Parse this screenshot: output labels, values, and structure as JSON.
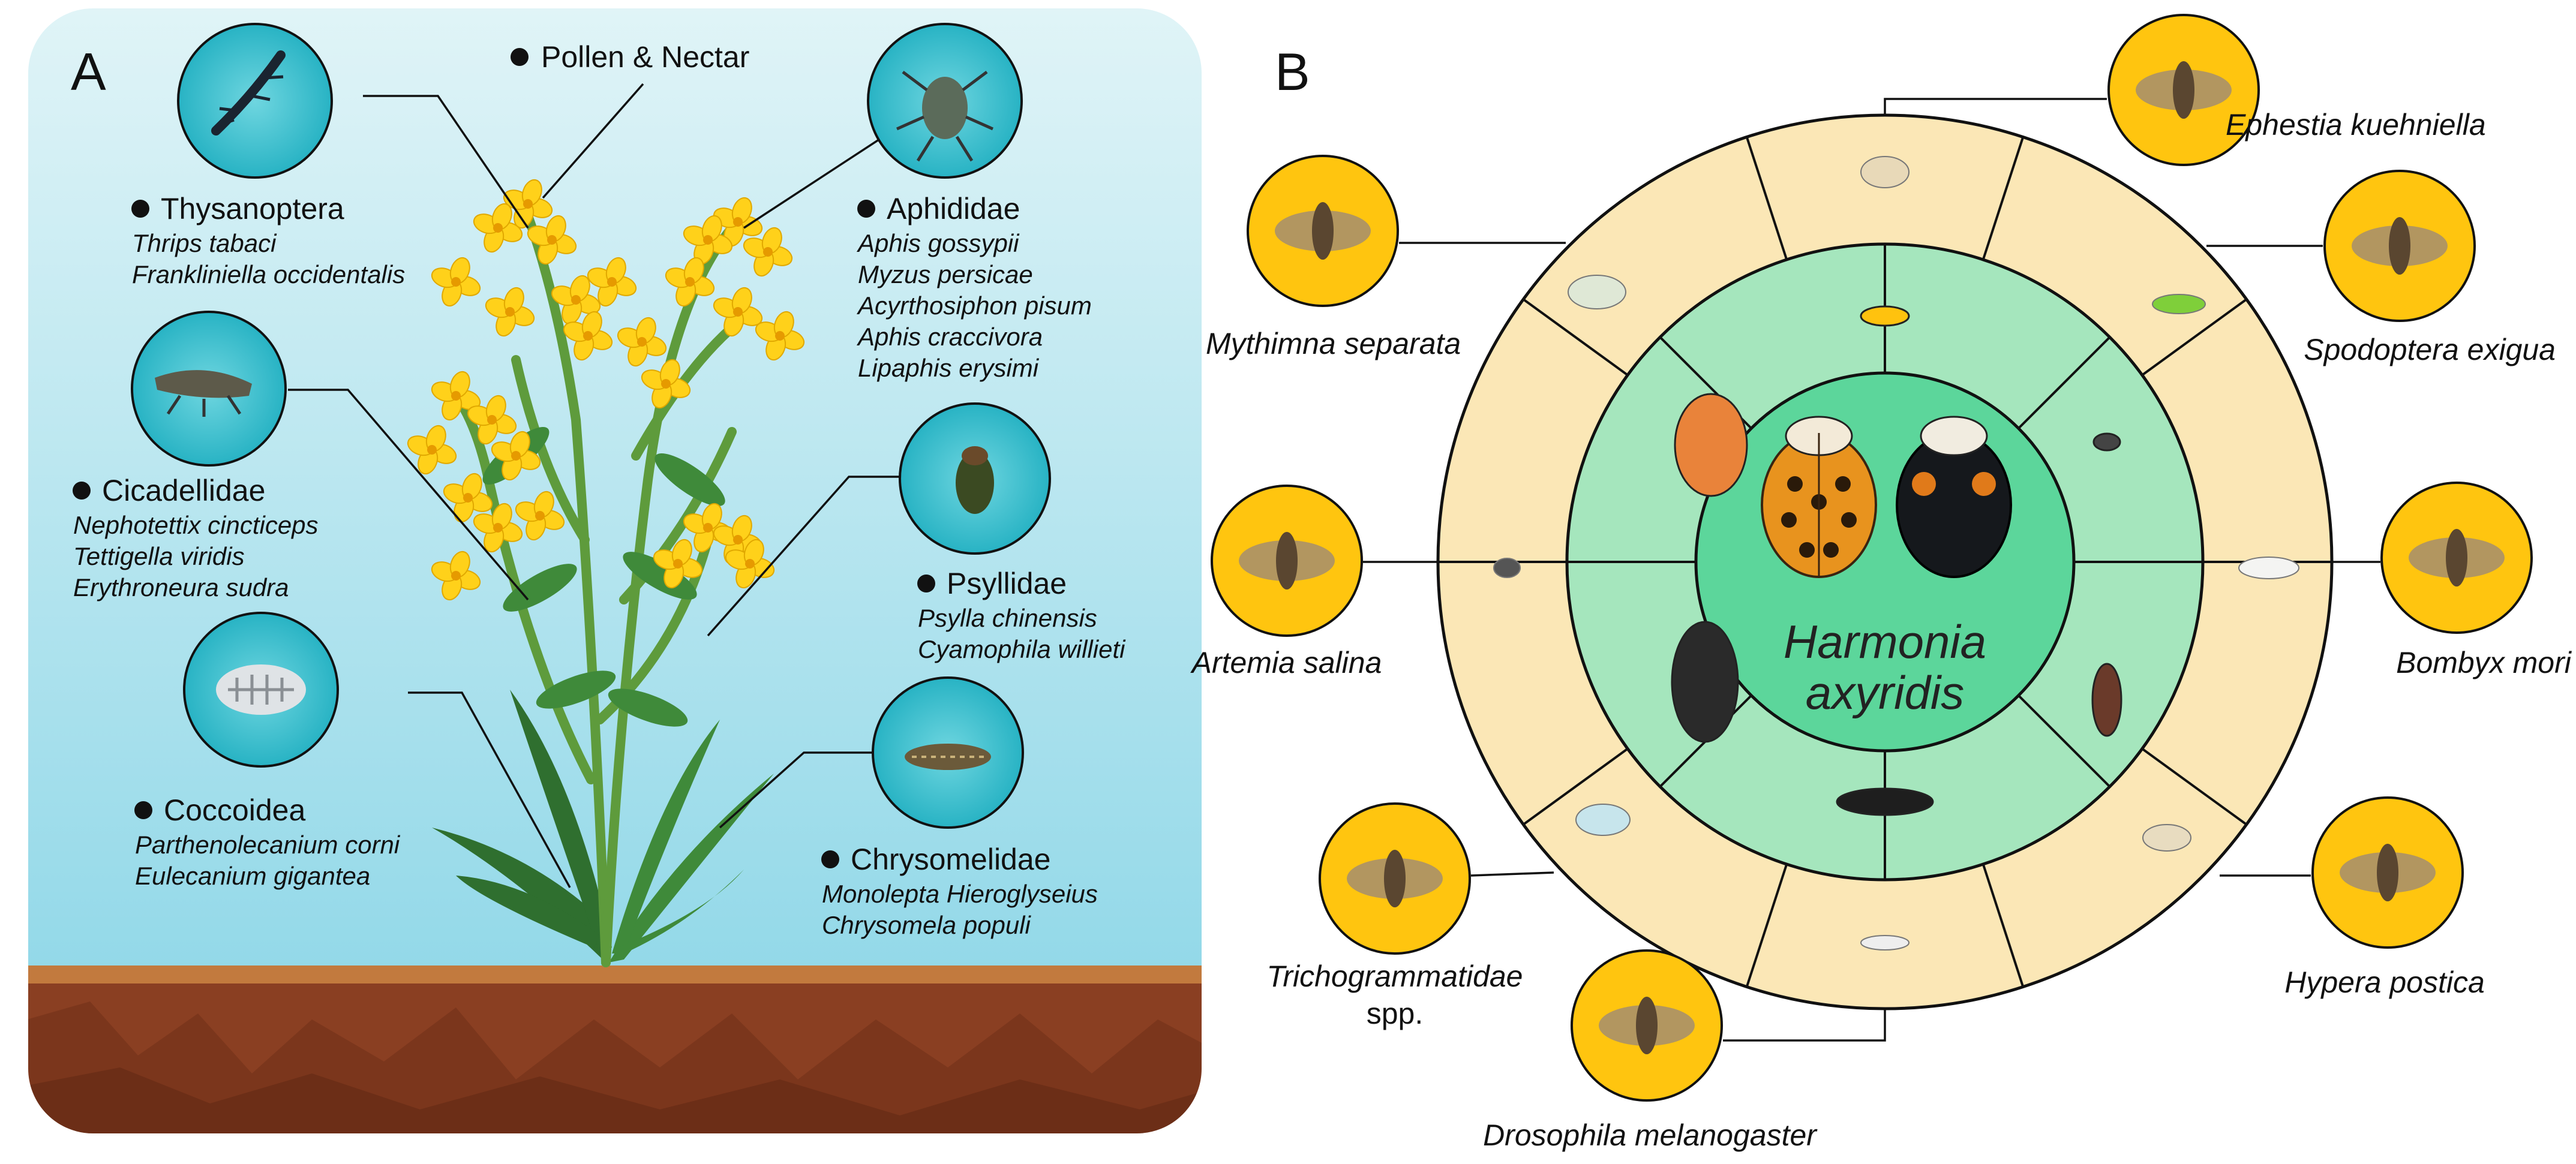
{
  "panel_a": {
    "label": "A",
    "pollen_label": "Pollen & Nectar",
    "groups": [
      {
        "family": "Thysanoptera",
        "species": [
          "Thrips tabaci",
          "Frankliniella occidentalis"
        ],
        "icon": "thrips-icon"
      },
      {
        "family": "Aphididae",
        "species": [
          "Aphis gossypii",
          "Myzus persicae",
          "Acyrthosiphon pisum",
          "Aphis craccivora",
          "Lipaphis erysimi"
        ],
        "icon": "aphid-icon"
      },
      {
        "family": "Cicadellidae",
        "species": [
          "Nephotettix cincticeps",
          "Tettigella viridis",
          "Erythroneura sudra"
        ],
        "icon": "leafhopper-icon"
      },
      {
        "family": "Psyllidae",
        "species": [
          "Psylla chinensis",
          "Cyamophila willieti"
        ],
        "icon": "psyllid-icon"
      },
      {
        "family": "Coccoidea",
        "species": [
          "Parthenolecanium corni",
          "Eulecanium gigantea"
        ],
        "icon": "scale-insect-icon"
      },
      {
        "family": "Chrysomelidae",
        "species": [
          "Monolepta Hieroglyseius",
          "Chrysomela populi"
        ],
        "icon": "leaf-beetle-larva-icon"
      }
    ]
  },
  "panel_b": {
    "label": "B",
    "center": {
      "line1": "Harmonia",
      "line2": "axyridis"
    },
    "prey": [
      {
        "name": "Ephestia kuehniella",
        "icon": "moth-icon"
      },
      {
        "name": "Spodoptera exigua",
        "icon": "moth-icon"
      },
      {
        "name": "Bombyx mori",
        "icon": "silkmoth-icon"
      },
      {
        "name": "Hypera postica",
        "icon": "weevil-icon"
      },
      {
        "name": "Drosophila melanogaster",
        "icon": "fruit-fly-icon"
      },
      {
        "name": "Trichogrammatidae",
        "name2": "spp.",
        "icon": "wasp-icon"
      },
      {
        "name": "Artemia salina",
        "icon": "brine-shrimp-icon"
      },
      {
        "name": "Mythimna separata",
        "icon": "moth-icon"
      }
    ]
  },
  "colors": {
    "sky_top": "#d9f1f5",
    "sky_bottom": "#8fd6e6",
    "soil": "#8a3f22",
    "badge_teal": "#3ec1cf",
    "badge_yellow": "#ffc50f",
    "ring_outer": "#fbe7b6",
    "ring_mid": "#a5e6bd",
    "ring_inner": "#5cd69b",
    "flower": "#ffd11a",
    "stem": "#5e9b3c"
  }
}
